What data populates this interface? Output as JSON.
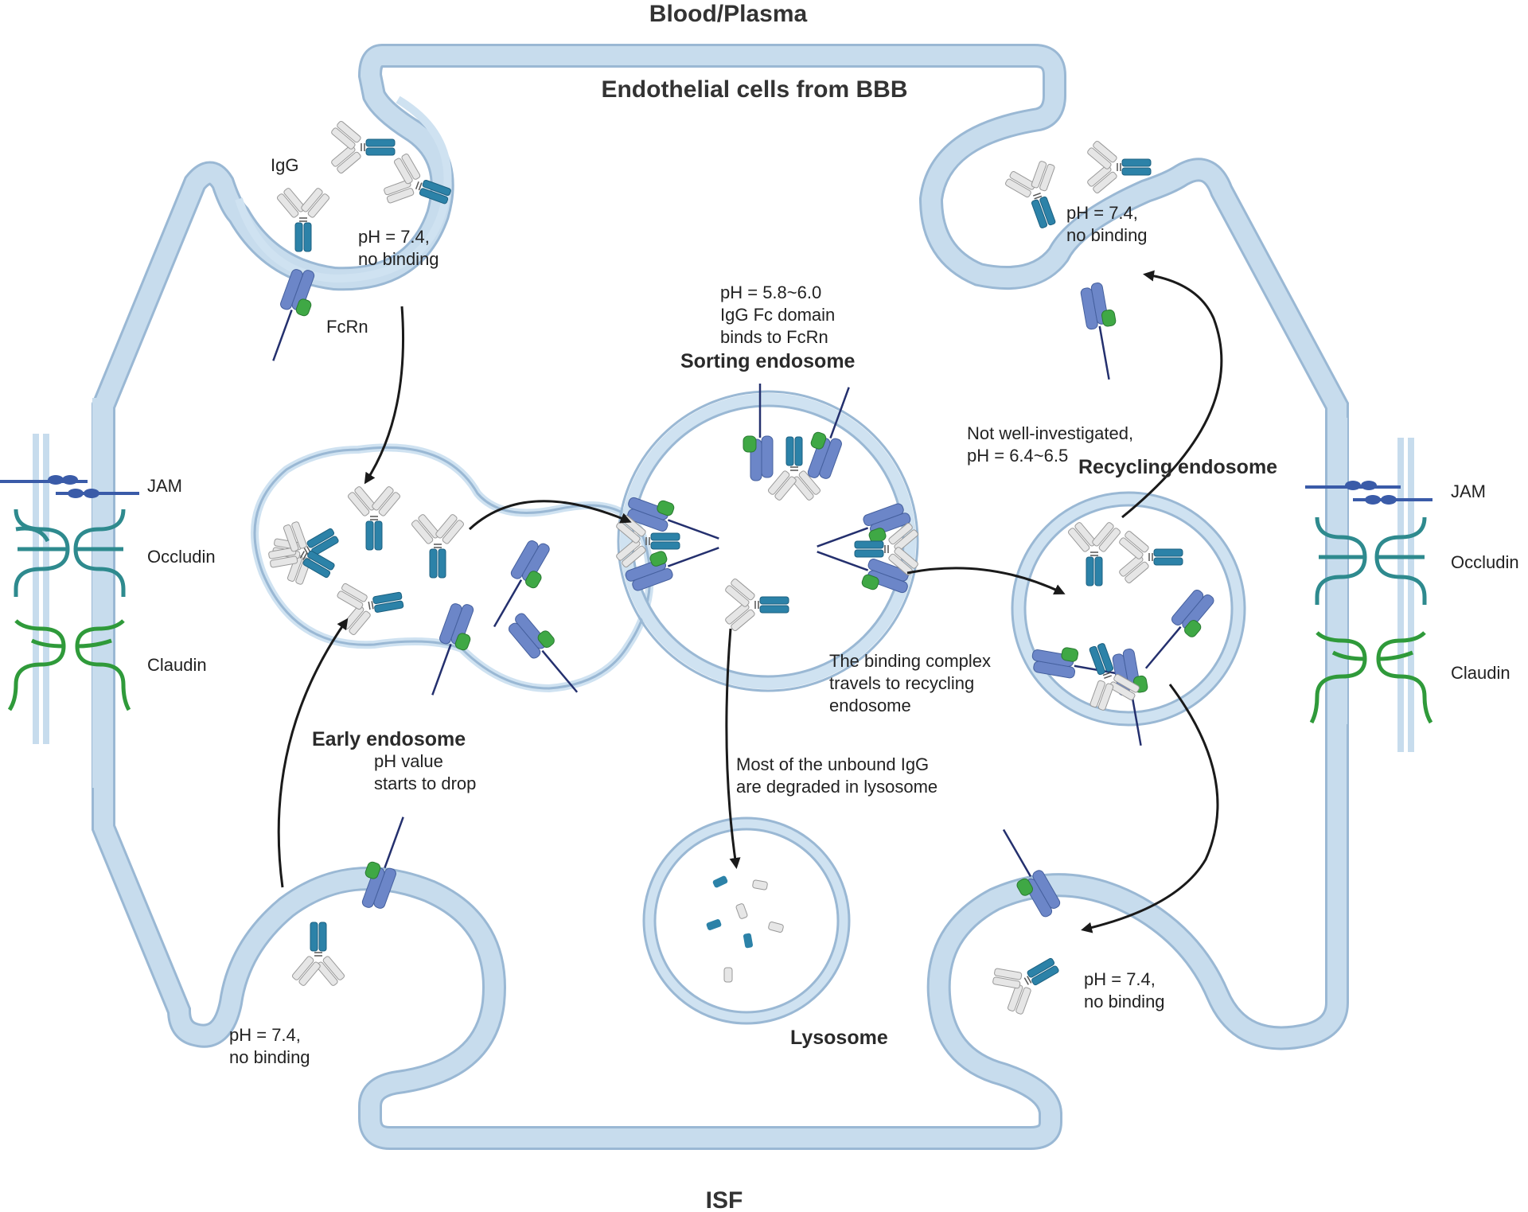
{
  "labels": {
    "blood_plasma": "Blood/Plasma",
    "isf": "ISF",
    "endothelial": "Endothelial cells from BBB",
    "igg": "IgG",
    "fcrn": "FcRn",
    "ph_top_left_1": "pH = 7.4,",
    "ph_top_left_2": "no binding",
    "ph_top_right_1": "pH = 7.4,",
    "ph_top_right_2": "no binding",
    "ph_bottom_left_1": "pH = 7.4,",
    "ph_bottom_left_2": "no binding",
    "ph_bottom_right_1": "pH = 7.4,",
    "ph_bottom_right_2": "no binding",
    "sorting_ph_1": "pH = 5.8~6.0",
    "sorting_ph_2": "IgG Fc domain",
    "sorting_ph_3": "binds to FcRn",
    "sorting_endosome": "Sorting endosome",
    "early_endosome": "Early endosome",
    "early_ph_1": "pH value",
    "early_ph_2": "starts to drop",
    "recycling_note_1": "Not well-investigated,",
    "recycling_note_2": "pH = 6.4~6.5",
    "recycling_endosome": "Recycling endosome",
    "complex_1": "The binding complex",
    "complex_2": "travels to recycling",
    "complex_3": "endosome",
    "unbound_1": "Most of the unbound IgG",
    "unbound_2": "are degraded in lysosome",
    "lysosome": "Lysosome",
    "jam_left": "JAM",
    "occludin_left": "Occludin",
    "claudin_left": "Claudin",
    "jam_right": "JAM",
    "occludin_right": "Occludin",
    "claudin_right": "Claudin"
  },
  "colors": {
    "membrane": "#c7dced",
    "membrane_outline": "#9ab8d4",
    "igg_fc": "#2c82a8",
    "igg_fab": "#e6e6e6",
    "fcrn_heavy": "#6c86c8",
    "fcrn_b2m": "#3fa845",
    "jam": "#3a5ba8",
    "occludin": "#2e8a8e",
    "claudin": "#2f9a3a"
  },
  "icons": [
    "igg-antibody-icon",
    "fcrn-receptor-icon",
    "jam-protein-icon",
    "occludin-protein-icon",
    "claudin-protein-icon",
    "igg-fragment-icon"
  ]
}
